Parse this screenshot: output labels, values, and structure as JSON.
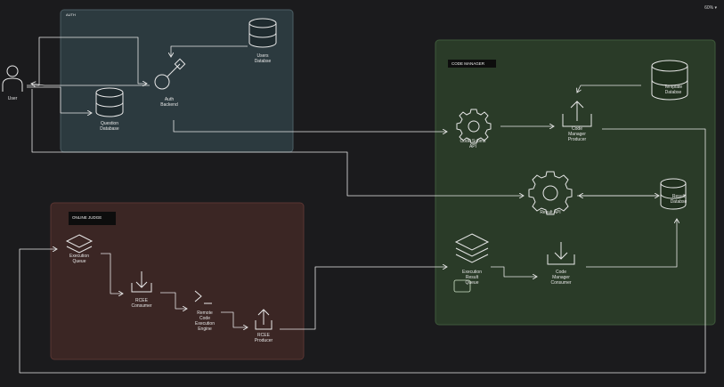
{
  "zoom": "60%",
  "chevron": "▾",
  "groups": {
    "auth": "AUTH",
    "code_manager": "CODE MANAGER",
    "online_judge": "ONLINE JUDGE"
  },
  "nodes": {
    "user": "User",
    "users_db": "Users\nDatabse",
    "auth_backend": "Auth\nBackend",
    "question_db": "Question\nDatabase",
    "template_db": "Template\nDatabse",
    "code_submit_api": "Code Submit\nAPI",
    "code_manager_producer": "Code\nManager\nProducer",
    "result_api": "Result API",
    "result_db": "Result\nDatabse",
    "execution_result_queue": "Execution\nResult\nQueue",
    "code_manager_consumer": "Code\nManager\nConsumer",
    "execution_queue": "Execution\nQueue",
    "rcee_consumer": "RCEE\nConsumer",
    "remote_engine": "Remote\nCode\nExecution\nEngine",
    "rcee_producer": "RCEE\nProducer"
  },
  "colors": {
    "auth_fill": "#2c3a3f",
    "code_manager_fill": "#2a3b28",
    "online_judge_fill": "#3b2624",
    "stroke": "#e8e8e8"
  }
}
